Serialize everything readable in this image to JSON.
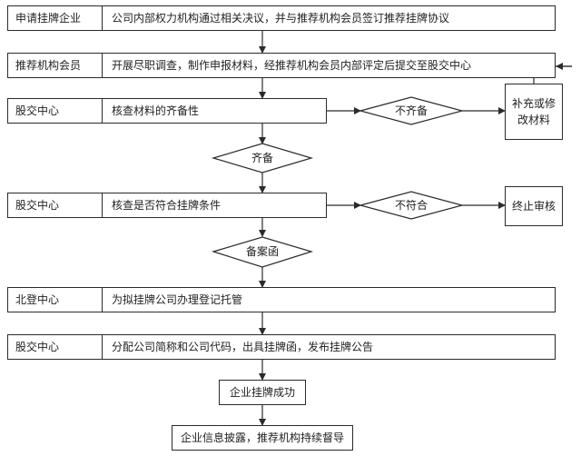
{
  "rows": [
    {
      "label": "申请挂牌企业",
      "text": "公司内部权力机构通过相关决议，并与推荐机构会员签订推荐挂牌协议"
    },
    {
      "label": "推荐机构会员",
      "text": "开展尽职调查，制作申报材料，经推荐机构会员内部评定后提交至股交中心"
    },
    {
      "label": "股交中心",
      "text": "核查材料的齐备性"
    },
    {
      "label": "股交中心",
      "text": "核查是否符合挂牌条件"
    },
    {
      "label": "北登中心",
      "text": "为拟挂牌公司办理登记托管"
    },
    {
      "label": "股交中心",
      "text": "分配公司简称和公司代码，出具挂牌函，发布挂牌公告"
    }
  ],
  "decisions": {
    "incomplete": "不齐备",
    "complete": "齐备",
    "not_qualified": "不符合",
    "filing_letter": "备案函"
  },
  "side_boxes": {
    "supplement": "补充或修改材料",
    "terminate": "终止审核"
  },
  "final": {
    "success": "企业挂牌成功",
    "disclosure": "企业信息披露，推荐机构持续督导"
  },
  "colors": {
    "line": "#2b2b2b",
    "box_border": "#2b2b2b",
    "background": "#ffffff"
  }
}
